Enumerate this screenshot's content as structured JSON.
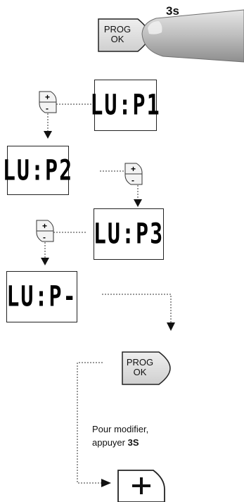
{
  "prog_button": {
    "line1": "PROG",
    "line2": "OK"
  },
  "hold_time": "3s",
  "screens": [
    "LU:P1",
    "LU:P2",
    "LU:P3",
    "LU:P-"
  ],
  "note": {
    "line1": "Pour modifier,",
    "line2_prefix": "appuyer ",
    "line2_bold": "3S"
  },
  "plus_minus": {
    "plus": "+",
    "minus": "-"
  },
  "plus_button": "+",
  "icons": [
    "finger-press-icon",
    "plus-minus-key-icon",
    "plus-key-icon"
  ]
}
